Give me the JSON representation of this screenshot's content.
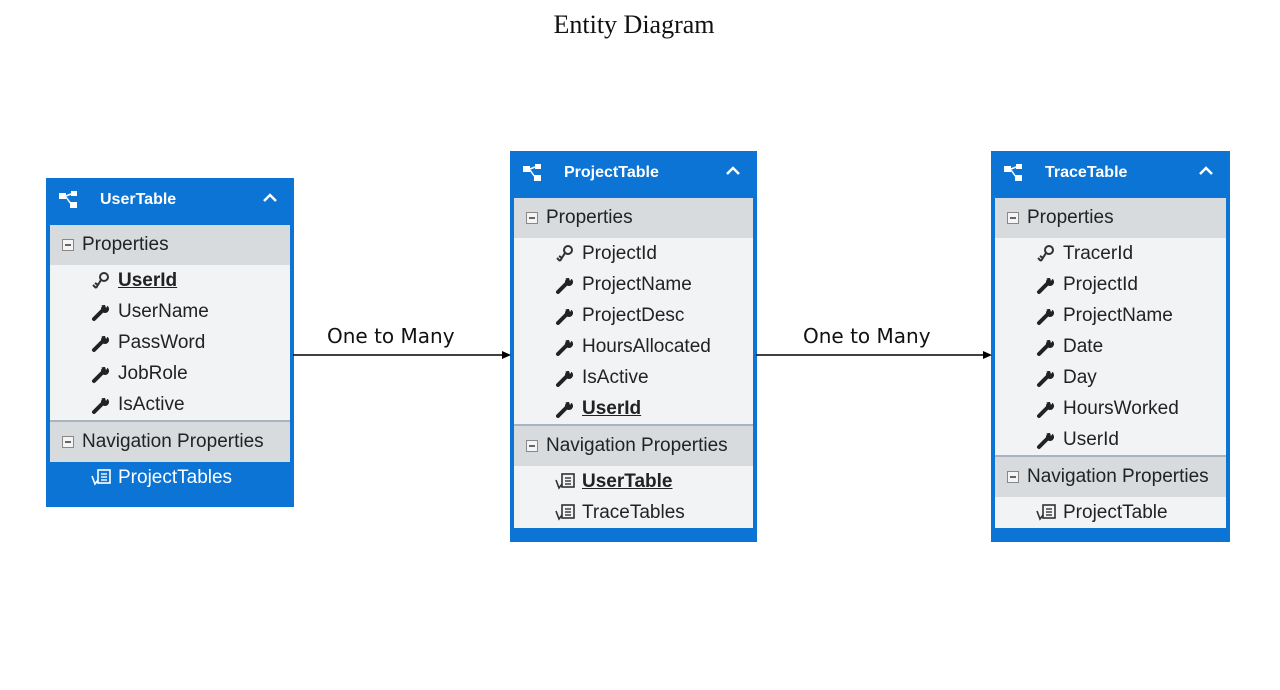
{
  "title": "Entity Diagram",
  "entities": [
    {
      "name": "UserTable",
      "properties_header": "Properties",
      "properties": [
        {
          "label": "UserId",
          "icon": "key-icon",
          "bold": true
        },
        {
          "label": "UserName",
          "icon": "wrench-icon",
          "bold": false
        },
        {
          "label": "PassWord",
          "icon": "wrench-icon",
          "bold": false
        },
        {
          "label": "JobRole",
          "icon": "wrench-icon",
          "bold": false
        },
        {
          "label": "IsActive",
          "icon": "wrench-icon",
          "bold": false
        }
      ],
      "navigation_header": "Navigation Properties",
      "navigation": [
        {
          "label": "ProjectTables",
          "icon": "navigation-icon",
          "bold": false,
          "selected": true
        }
      ]
    },
    {
      "name": "ProjectTable",
      "properties_header": "Properties",
      "properties": [
        {
          "label": "ProjectId",
          "icon": "key-icon",
          "bold": false
        },
        {
          "label": "ProjectName",
          "icon": "wrench-icon",
          "bold": false
        },
        {
          "label": "ProjectDesc",
          "icon": "wrench-icon",
          "bold": false
        },
        {
          "label": "HoursAllocated",
          "icon": "wrench-icon",
          "bold": false
        },
        {
          "label": "IsActive",
          "icon": "wrench-icon",
          "bold": false
        },
        {
          "label": "UserId",
          "icon": "wrench-icon",
          "bold": true
        }
      ],
      "navigation_header": "Navigation Properties",
      "navigation": [
        {
          "label": "UserTable",
          "icon": "navigation-icon",
          "bold": true,
          "selected": false
        },
        {
          "label": "TraceTables",
          "icon": "navigation-icon",
          "bold": false,
          "selected": false
        }
      ]
    },
    {
      "name": "TraceTable",
      "properties_header": "Properties",
      "properties": [
        {
          "label": "TracerId",
          "icon": "key-icon",
          "bold": false
        },
        {
          "label": "ProjectId",
          "icon": "wrench-icon",
          "bold": false
        },
        {
          "label": "ProjectName",
          "icon": "wrench-icon",
          "bold": false
        },
        {
          "label": "Date",
          "icon": "wrench-icon",
          "bold": false
        },
        {
          "label": "Day",
          "icon": "wrench-icon",
          "bold": false
        },
        {
          "label": "HoursWorked",
          "icon": "wrench-icon",
          "bold": false
        },
        {
          "label": "UserId",
          "icon": "wrench-icon",
          "bold": false
        }
      ],
      "navigation_header": "Navigation Properties",
      "navigation": [
        {
          "label": "ProjectTable",
          "icon": "navigation-icon",
          "bold": false,
          "selected": false
        }
      ]
    }
  ],
  "relationships": [
    {
      "label": "One to Many",
      "from": "UserTable",
      "to": "ProjectTable"
    },
    {
      "label": "One to Many",
      "from": "ProjectTable",
      "to": "TraceTable"
    }
  ],
  "colors": {
    "header": "#0c74d4",
    "section": "#d8dbde",
    "body": "#f1f3f5"
  }
}
